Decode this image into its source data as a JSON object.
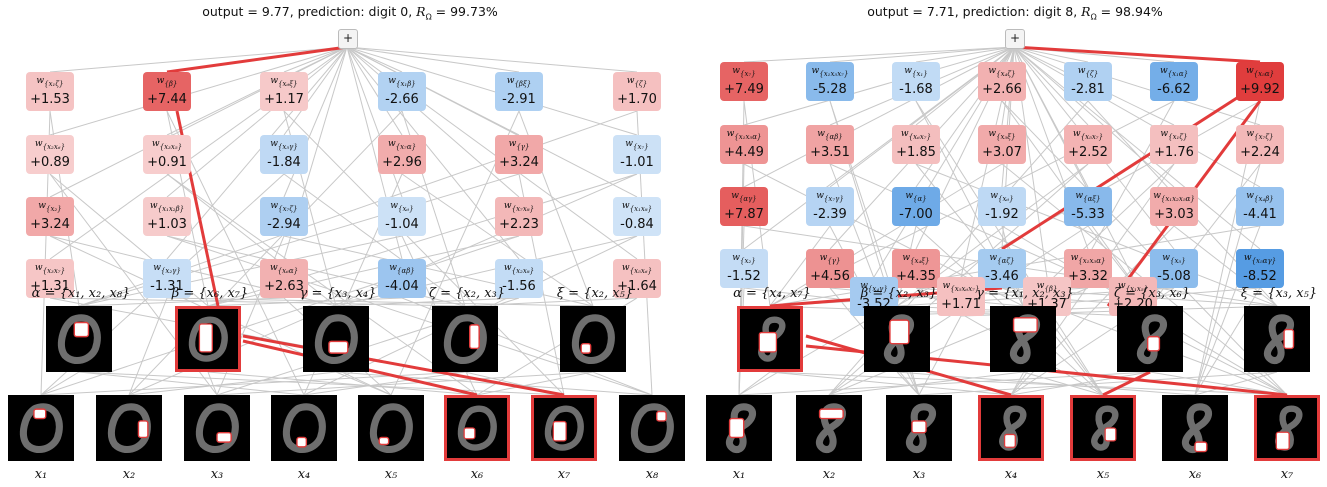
{
  "panels": [
    {
      "title": "output = 9.77, prediction: digit 0, R_Ω = 99.73%",
      "title_parts": {
        "pre": "output = 9.77, prediction: digit 0, ",
        "sym": "R",
        "sub": "Ω",
        "post": " = 99.73%"
      },
      "digit": "0",
      "groups": [
        "α = {x₁, x₂, x₈}",
        "β = {x₆, x₇}",
        "γ = {x₃, x₄}",
        "ζ = {x₂, x₃}",
        "ξ = {x₂, x₅}"
      ],
      "x_labels": [
        "x₁",
        "x₂",
        "x₃",
        "x₄",
        "x₅",
        "x₆",
        "x₇",
        "x₈"
      ],
      "weights": [
        [
          "w{x₁ζ}",
          "+1.53"
        ],
        [
          "w{β}",
          "+7.44"
        ],
        [
          "w{x₆ξ}",
          "+1.17"
        ],
        [
          "w{x₁β}",
          "-2.66"
        ],
        [
          "w{βξ}",
          "-2.91"
        ],
        [
          "w{ζ}",
          "+1.70"
        ],
        [
          "w{x₂x₆}",
          "+0.89"
        ],
        [
          "w{x₃x₅}",
          "+0.91"
        ],
        [
          "w{x₅γ}",
          "-1.84"
        ],
        [
          "w{x₇α}",
          "+2.96"
        ],
        [
          "w{γ}",
          "+3.24"
        ],
        [
          "w{x₇}",
          "-1.01"
        ],
        [
          "w{x₂}",
          "+3.24"
        ],
        [
          "w{x₁x₂β}",
          "+1.03"
        ],
        [
          "w{x₇ζ}",
          "-2.94"
        ],
        [
          "w{x₆}",
          "-1.04"
        ],
        [
          "w{x₇x₈}",
          "+2.23"
        ],
        [
          "w{x₁x₈}",
          "-0.84"
        ],
        [
          "w{x₃x₇}",
          "+1.31"
        ],
        [
          "w{x₂γ}",
          "-1.31"
        ],
        [
          "w{x₆α}",
          "+2.63"
        ],
        [
          "w{αβ}",
          "-4.04"
        ],
        [
          "w{x₂x₈}",
          "-1.56"
        ],
        [
          "w{x₅x₆}",
          "+1.64"
        ]
      ]
    },
    {
      "title": "output = 7.71, prediction: digit 8, R_Ω = 98.94%",
      "title_parts": {
        "pre": "output = 7.71, prediction: digit 8, ",
        "sym": "R",
        "sub": "Ω",
        "post": " = 98.94%"
      },
      "digit": "8",
      "groups": [
        "α = {x₄, x₇}",
        "β = {x₂, x₃}",
        "γ = {x₁, x₂, x₃}",
        "ζ = {x₃, x₆}",
        "ξ = {x₃, x₅}"
      ],
      "x_labels": [
        "x₁",
        "x₂",
        "x₃",
        "x₄",
        "x₅",
        "x₆",
        "x₇"
      ],
      "weights": [
        [
          "w{x₇}",
          "+7.49"
        ],
        [
          "w{x₁x₅x₇}",
          "-5.28"
        ],
        [
          "w{x₁}",
          "-1.68"
        ],
        [
          "w{x₄ζ}",
          "+2.66"
        ],
        [
          "w{ζ}",
          "-2.81"
        ],
        [
          "w{x₁α}",
          "-6.62"
        ],
        [
          "w{x₅α}",
          "+9.92"
        ],
        [
          "w{x₁x₅α}",
          "+4.49"
        ],
        [
          "w{αβ}",
          "+3.51"
        ],
        [
          "w{x₆x₇}",
          "+1.85"
        ],
        [
          "w{x₅ξ}",
          "+3.07"
        ],
        [
          "w{x₅x₇}",
          "+2.52"
        ],
        [
          "w{x₁ζ}",
          "+1.76"
        ],
        [
          "w{x₇ζ}",
          "+2.24"
        ],
        [
          "w{αγ}",
          "+7.87"
        ],
        [
          "w{x₇γ}",
          "-2.39"
        ],
        [
          "w{α}",
          "-7.00"
        ],
        [
          "w{x₆}",
          "-1.92"
        ],
        [
          "w{αξ}",
          "-5.33"
        ],
        [
          "w{x₁x₂x₅α}",
          "+3.03"
        ],
        [
          "w{x₄β}",
          "-4.41"
        ],
        [
          "w{x₂}",
          "-1.52"
        ],
        [
          "w{γ}",
          "+4.56"
        ],
        [
          "w{x₄ξ}",
          "+4.35"
        ],
        [
          "w{αζ}",
          "-3.46"
        ],
        [
          "w{x₁x₃α}",
          "+3.32"
        ],
        [
          "w{x₅}",
          "-5.08"
        ],
        [
          "w{x₅αγ}",
          "-8.52"
        ],
        [
          "w{x₄γ}",
          "-3.52"
        ],
        [
          "w{x₅x₆x₇}",
          "+1.71"
        ],
        [
          "w{β}",
          "+1.37"
        ],
        [
          "w{x₁x₅}",
          "+2.20"
        ]
      ]
    }
  ],
  "plus_label": "+",
  "colors": {
    "highlight": "#e23b3b",
    "edge": "#c8c8c8",
    "positive": "#e03c3c",
    "negative": "#3f8fe0"
  }
}
